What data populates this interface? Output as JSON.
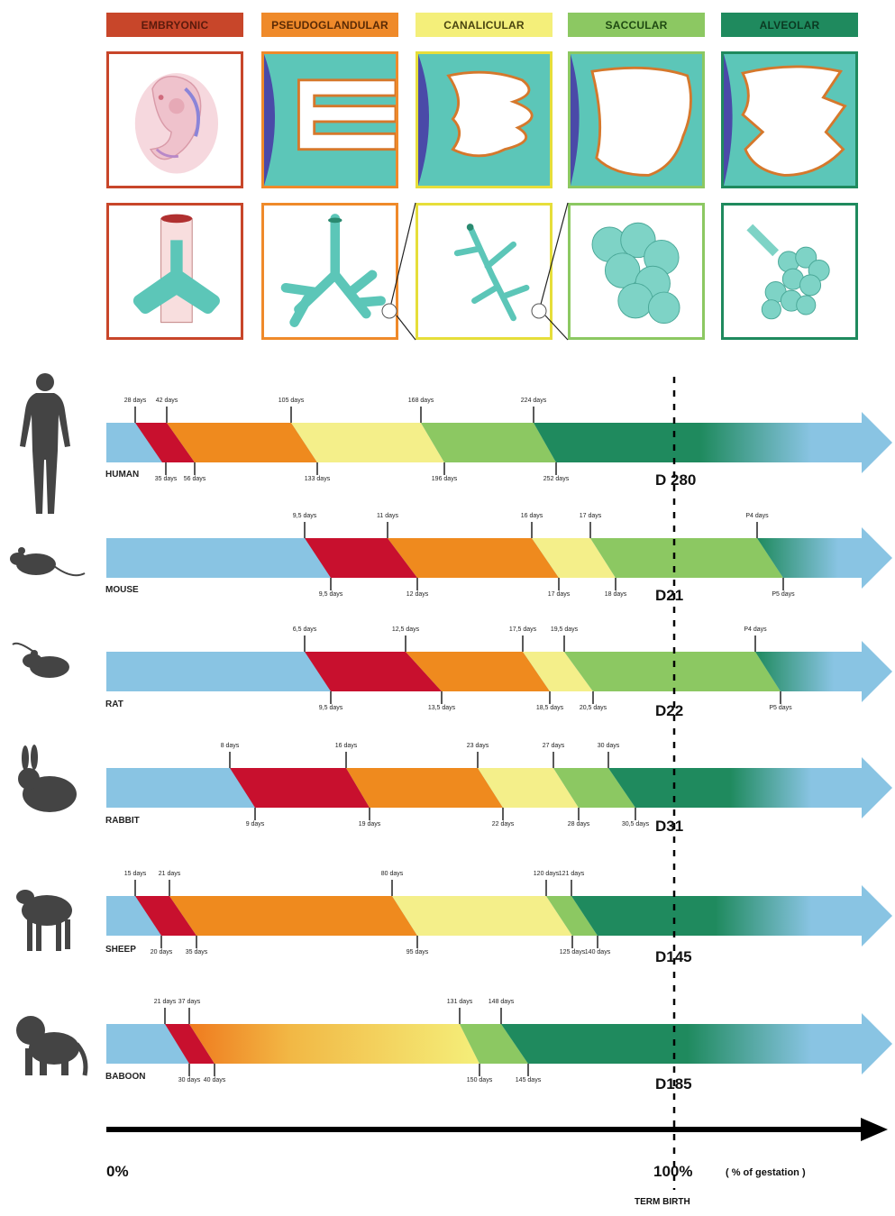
{
  "stages": [
    {
      "name": "EMBRYONIC",
      "bg": "#c8462a",
      "text": "#5a1a0c",
      "border": "#c8462a"
    },
    {
      "name": "PSEUDOGLANDULAR",
      "bg": "#ef8a2a",
      "text": "#5a2a05",
      "border": "#ef8a2a"
    },
    {
      "name": "CANALICULAR",
      "bg": "#f4ef7a",
      "text": "#4a4510",
      "border": "#e6de3a"
    },
    {
      "name": "SACCULAR",
      "bg": "#8cc862",
      "text": "#1f4a12",
      "border": "#8cc862"
    },
    {
      "name": "ALVEOLAR",
      "bg": "#1f8a5e",
      "text": "#0b3a22",
      "border": "#1f8a5e"
    }
  ],
  "species": [
    {
      "name": "HUMAN",
      "term": "D 280",
      "top": [
        [
          "28 days",
          150
        ],
        [
          "42 days",
          185
        ],
        [
          "105 days",
          323
        ],
        [
          "168 days",
          467
        ],
        [
          "224 days",
          592
        ]
      ],
      "bottom": [
        [
          "35 days",
          184
        ],
        [
          "56 days",
          216
        ],
        [
          "133 days",
          352
        ],
        [
          "196 days",
          493
        ],
        [
          "252 days",
          617
        ]
      ]
    },
    {
      "name": "MOUSE",
      "term": "D21",
      "top": [
        [
          "9,5 days",
          338
        ],
        [
          "11 days",
          430
        ],
        [
          "16 days",
          590
        ],
        [
          "17 days",
          655
        ],
        [
          "P4 days",
          840
        ]
      ],
      "bottom": [
        [
          "9,5 days",
          367
        ],
        [
          "12 days",
          463
        ],
        [
          "17 days",
          620
        ],
        [
          "18 days",
          683
        ],
        [
          "P5 days",
          869
        ]
      ]
    },
    {
      "name": "RAT",
      "term": "D22",
      "top": [
        [
          "6,5 days",
          338
        ],
        [
          "12,5 days",
          450
        ],
        [
          "17,5 days",
          580
        ],
        [
          "19,5 days",
          626
        ],
        [
          "P4 days",
          838
        ]
      ],
      "bottom": [
        [
          "9,5 days",
          367
        ],
        [
          "13,5 days",
          490
        ],
        [
          "18,5 days",
          610
        ],
        [
          "20,5 days",
          658
        ],
        [
          "P5 days",
          866
        ]
      ]
    },
    {
      "name": "RABBIT",
      "term": "D31",
      "top": [
        [
          "8 days",
          255
        ],
        [
          "16 days",
          384
        ],
        [
          "23 days",
          530
        ],
        [
          "27 days",
          614
        ],
        [
          "30 days",
          675
        ]
      ],
      "bottom": [
        [
          "9 days",
          283
        ],
        [
          "19 days",
          410
        ],
        [
          "22 days",
          558
        ],
        [
          "28 days",
          642
        ],
        [
          "30,5 days",
          705
        ]
      ]
    },
    {
      "name": "SHEEP",
      "term": "D145",
      "top": [
        [
          "15 days",
          150
        ],
        [
          "21 days",
          188
        ],
        [
          "80 days",
          435
        ],
        [
          "120 days",
          606
        ],
        [
          "121 days",
          634
        ]
      ],
      "bottom": [
        [
          "20 days",
          179
        ],
        [
          "35 days",
          218
        ],
        [
          "95 days",
          463
        ],
        [
          "125 days",
          635
        ],
        [
          "140 days",
          663
        ]
      ]
    },
    {
      "name": "BABOON",
      "term": "D185",
      "top": [
        [
          "21 days",
          183
        ],
        [
          "37 days",
          210
        ],
        [
          "131 days",
          510
        ],
        [
          "148 days",
          556
        ]
      ],
      "bottom": [
        [
          "30 days",
          210
        ],
        [
          "40 days",
          238
        ],
        [
          "150 days",
          532
        ],
        [
          "145 days",
          586
        ]
      ]
    }
  ],
  "axis": {
    "start": "0%",
    "end": "100%",
    "unit": "( % of gestation )",
    "term": "TERM  BIRTH"
  }
}
